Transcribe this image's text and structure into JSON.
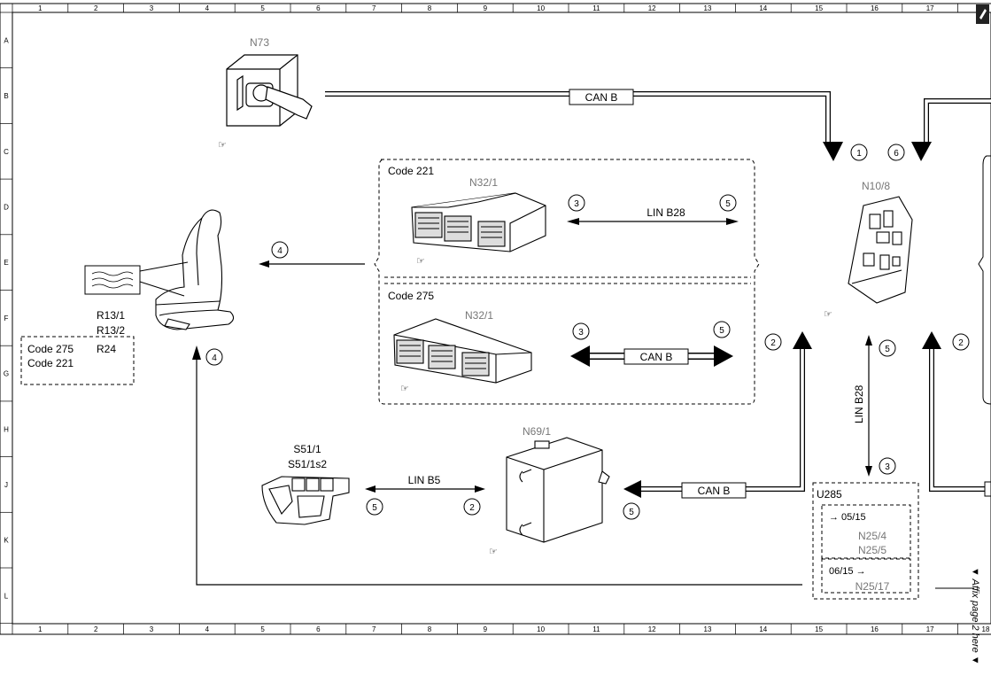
{
  "grid": {
    "columns": [
      "1",
      "2",
      "3",
      "4",
      "5",
      "6",
      "7",
      "8",
      "9",
      "10",
      "11",
      "12",
      "13",
      "14",
      "15",
      "16",
      "17",
      "18"
    ],
    "rows": [
      "A",
      "B",
      "C",
      "D",
      "E",
      "F",
      "G",
      "H",
      "J",
      "K",
      "L"
    ]
  },
  "components": {
    "n73": "N73",
    "n10_8": "N10/8",
    "n32_1_a": "N32/1",
    "n32_1_b": "N32/1",
    "n69_1": "N69/1",
    "s51_1": "S51/1",
    "s51_1s2": "S51/1s2",
    "r13_1": "R13/1",
    "r13_2": "R13/2",
    "r24": "R24",
    "u285": "U285",
    "n25_4": "N25/4",
    "n25_5": "N25/5",
    "n25_17": "N25/17"
  },
  "codes": {
    "code221_top": "Code 221",
    "code275_mid": "Code 275",
    "left_code275": "Code 275",
    "left_code221": "Code 221"
  },
  "buses": {
    "can_b_top": "CAN B",
    "can_b_mid": "CAN B",
    "can_b_bottom": "CAN B",
    "lin_b28_h": "LIN B28",
    "lin_b28_v": "LIN B28",
    "lin_b5": "LIN B5"
  },
  "dates": {
    "until": "→ 05/15",
    "from": "06/15 →"
  },
  "markers": {
    "m_n73_in": "1",
    "m_right_in": "6",
    "m_n32a_left": "3",
    "m_n32a_right": "5",
    "m_n32b_left": "3",
    "m_n32b_right": "5",
    "m_seat_arrow": "4",
    "m_seat_up": "4",
    "m_n69_up": "2",
    "m_right_up": "2",
    "m_lin_top": "5",
    "m_lin_bottom": "3",
    "m_s51": "5",
    "m_n69_lin": "2",
    "m_n69_can": "5"
  },
  "affix_note": "▼ Affix page 2 here ▼",
  "colors": {
    "line": "#000000",
    "label_gray": "#777777",
    "component_fill": "#ffffff"
  }
}
